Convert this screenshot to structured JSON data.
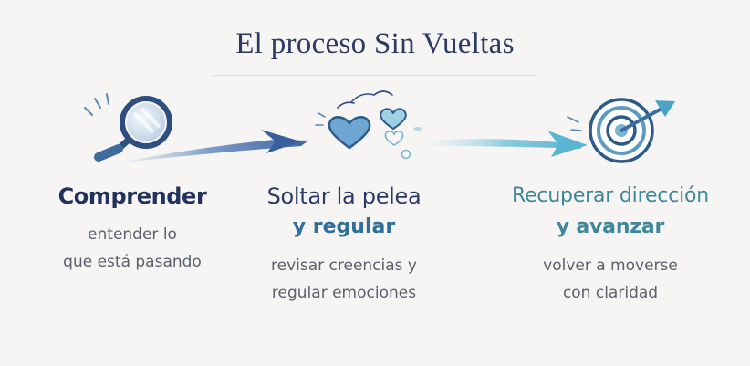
{
  "title": "El proceso Sin Vueltas",
  "colors": {
    "navy": "#2c3a62",
    "blue": "#4a78a8",
    "light_blue": "#7ab3d3",
    "teal": "#3f8799",
    "text_gray": "#5a5f6d"
  },
  "steps": [
    {
      "icon": "magnifier-icon",
      "heading": [
        "Comprender"
      ],
      "description": [
        "entender lo",
        "que está pasando"
      ]
    },
    {
      "icon": "hearts-icon",
      "heading": [
        "Soltar la pelea",
        "y regular"
      ],
      "description": [
        "revisar creencias y",
        "regular emociones"
      ]
    },
    {
      "icon": "target-arrow-icon",
      "heading": [
        "Recuperar dirección",
        "y avanzar"
      ],
      "description": [
        "volver a moverse",
        "con claridad"
      ]
    }
  ]
}
